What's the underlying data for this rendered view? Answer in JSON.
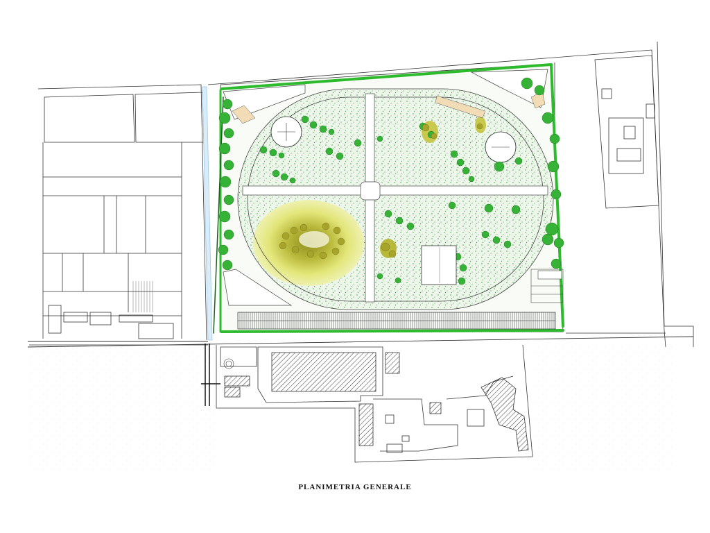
{
  "drawing": {
    "title": "PLANIMETRIA GENERALE"
  },
  "colors": {
    "linework": "#222222",
    "hedge": "#2dbb2d",
    "tree_canopy": "#36b236",
    "lawn": "#e9f3e6",
    "lawn_speckle": "#6bbf6b",
    "meadow_yellow": "#e6e87a",
    "meadow_olive": "#9a9a25",
    "path_fill": "#ffffff",
    "paving_tan": "#f1dcb5",
    "hatch": "#333333",
    "ditch": "#9ec8e6"
  },
  "legend_items": [],
  "elements": [
    "park-boundary-hedge",
    "oval-path-ring",
    "central-cross-path",
    "lawn-quadrants",
    "circular-plazas",
    "meadow-area",
    "tree-groves",
    "parking-strip",
    "pavilion-building",
    "irrigation-ditch",
    "industrial-complex",
    "surrounding-lots"
  ]
}
